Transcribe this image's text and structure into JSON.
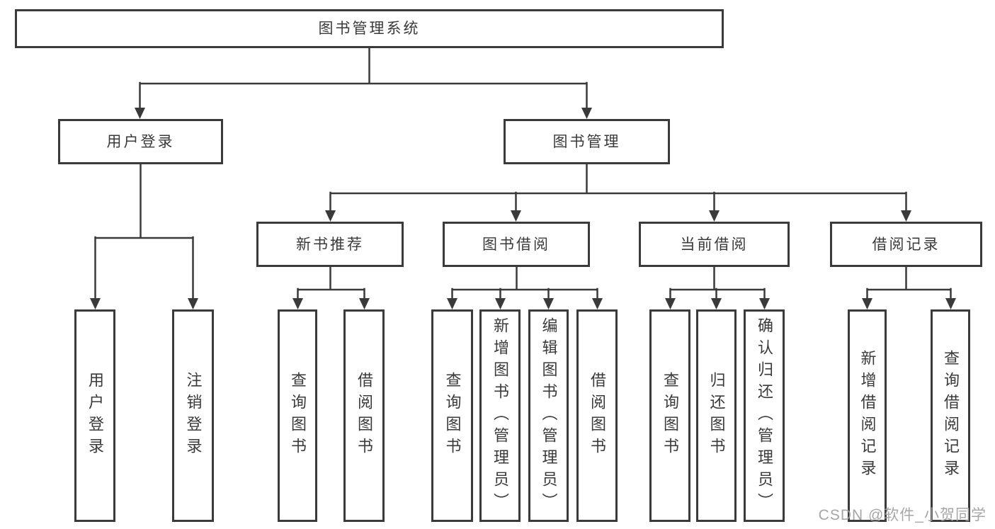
{
  "watermark": "CSDN @软件_小贺同学",
  "nodes": {
    "root": "图书管理系统",
    "user_login": "用户登录",
    "book_mgmt": "图书管理",
    "new_books": "新书推荐",
    "book_borrow": "图书借阅",
    "current_borrow": "当前借阅",
    "borrow_records": "借阅记录",
    "leaf_user_login": "用户登录",
    "leaf_logout": "注销登录",
    "leaf_query_books_1": "查询图书",
    "leaf_borrow_books_1": "借阅图书",
    "leaf_query_books_2": "查询图书",
    "leaf_add_books": "新增图书（管理员）",
    "leaf_edit_books": "编辑图书（管理员）",
    "leaf_borrow_books_2": "借阅图书",
    "leaf_query_books_3": "查询图书",
    "leaf_return_books": "归还图书",
    "leaf_confirm_return": "确认归还（管理员）",
    "leaf_add_record": "新增借阅记录",
    "leaf_query_record": "查询借阅记录"
  }
}
